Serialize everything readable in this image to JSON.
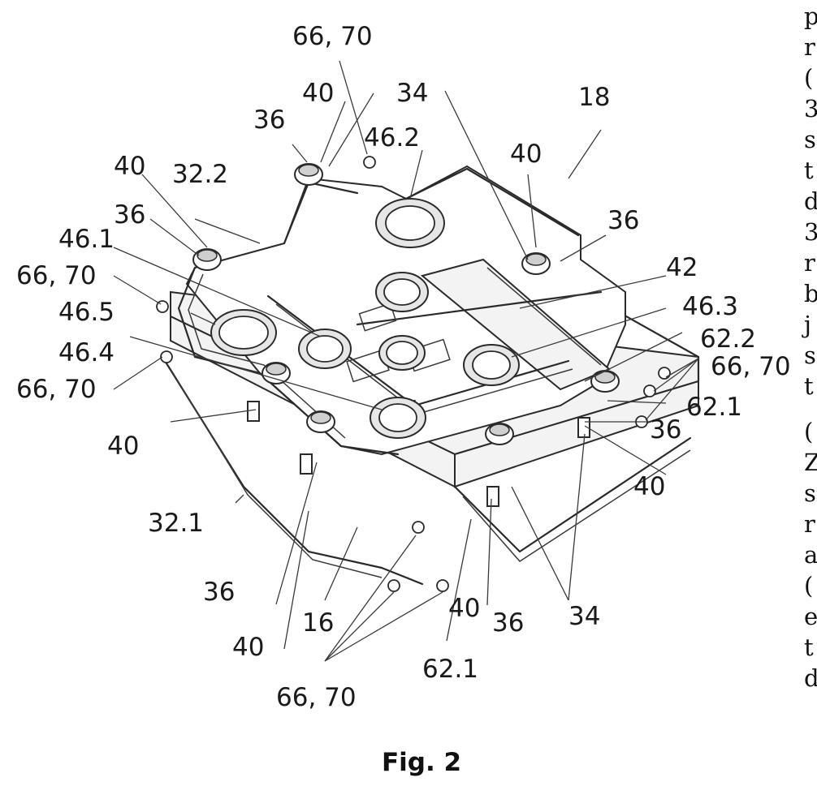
{
  "figure": {
    "caption": "Fig. 2",
    "labels": [
      {
        "id": "l01",
        "text": "66, 70"
      },
      {
        "id": "l02",
        "text": "40"
      },
      {
        "id": "l03",
        "text": "34"
      },
      {
        "id": "l04",
        "text": "18"
      },
      {
        "id": "l05",
        "text": "36"
      },
      {
        "id": "l06",
        "text": "46.2"
      },
      {
        "id": "l07",
        "text": "40"
      },
      {
        "id": "l08",
        "text": "32.2"
      },
      {
        "id": "l09",
        "text": "40"
      },
      {
        "id": "l10",
        "text": "36"
      },
      {
        "id": "l11",
        "text": "36"
      },
      {
        "id": "l12",
        "text": "46.1"
      },
      {
        "id": "l13",
        "text": "42"
      },
      {
        "id": "l14",
        "text": "66, 70"
      },
      {
        "id": "l15",
        "text": "46.3"
      },
      {
        "id": "l16",
        "text": "46.5"
      },
      {
        "id": "l17",
        "text": "62.2"
      },
      {
        "id": "l18",
        "text": "46.4"
      },
      {
        "id": "l19",
        "text": "66, 70"
      },
      {
        "id": "l20",
        "text": "66, 70"
      },
      {
        "id": "l21",
        "text": "40"
      },
      {
        "id": "l22",
        "text": "62.1"
      },
      {
        "id": "l23",
        "text": "36"
      },
      {
        "id": "l24",
        "text": "32.1"
      },
      {
        "id": "l25",
        "text": "40"
      },
      {
        "id": "l26",
        "text": "36"
      },
      {
        "id": "l27",
        "text": "34"
      },
      {
        "id": "l28",
        "text": "40"
      },
      {
        "id": "l29",
        "text": "36"
      },
      {
        "id": "l30",
        "text": "16"
      },
      {
        "id": "l31",
        "text": "40"
      },
      {
        "id": "l32",
        "text": "62.1"
      },
      {
        "id": "l33",
        "text": "66, 70"
      }
    ]
  },
  "side_text": {
    "fragments": [
      "p",
      "r",
      "(",
      "3",
      "s",
      "t",
      "d",
      "3",
      "r",
      "b",
      "j",
      "s",
      "t",
      "(",
      "Z",
      "s",
      "r",
      "a",
      "(",
      "e",
      "t",
      "d"
    ]
  }
}
